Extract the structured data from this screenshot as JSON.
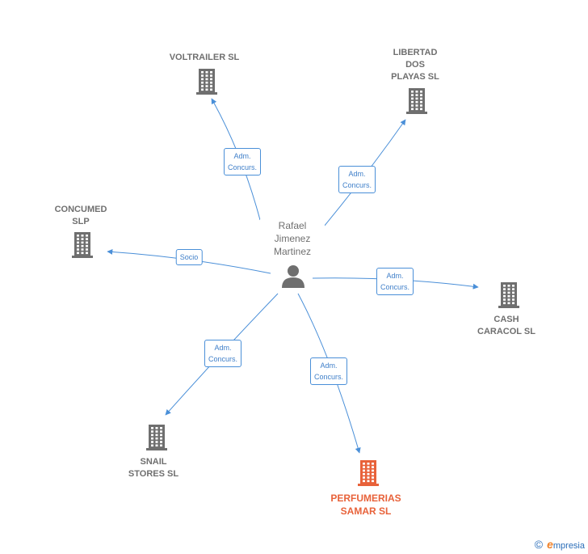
{
  "center": {
    "label": "Rafael Jimenez Martinez",
    "label_lines": [
      "Rafael",
      "Jimenez",
      "Martinez"
    ],
    "icon": "person-icon"
  },
  "companies": [
    {
      "id": "voltrailer",
      "name": "VOLTRAILER SL",
      "icon": "building-icon",
      "color": "#6f6f6f"
    },
    {
      "id": "libertad",
      "name": "LIBERTAD\nDOS\nPLAYAS SL",
      "icon": "building-icon",
      "color": "#6f6f6f"
    },
    {
      "id": "concumed",
      "name": "CONCUMED\nSLP",
      "icon": "building-icon",
      "color": "#6f6f6f"
    },
    {
      "id": "cash",
      "name": "CASH\nCARACOL SL",
      "icon": "building-icon",
      "color": "#6f6f6f"
    },
    {
      "id": "snail",
      "name": "SNAIL\nSTORES SL",
      "icon": "building-icon",
      "color": "#6f6f6f"
    },
    {
      "id": "perfumerias",
      "name": "PERFUMERIAS\nSAMAR SL",
      "icon": "building-icon",
      "color": "#e8623a"
    }
  ],
  "relations": [
    {
      "to": "voltrailer",
      "label": "Adm.\nConcurs."
    },
    {
      "to": "libertad",
      "label": "Adm.\nConcurs."
    },
    {
      "to": "concumed",
      "label": "Socio"
    },
    {
      "to": "cash",
      "label": "Adm.\nConcurs."
    },
    {
      "to": "snail",
      "label": "Adm.\nConcurs."
    },
    {
      "to": "perfumerias",
      "label": "Adm.\nConcurs."
    }
  ],
  "colors": {
    "edge": "#4a8fd8",
    "node": "#6f6f6f",
    "highlight": "#e8623a"
  },
  "footer": {
    "copyright": "©",
    "brand_initial": "e",
    "brand_rest": "mpresia"
  }
}
